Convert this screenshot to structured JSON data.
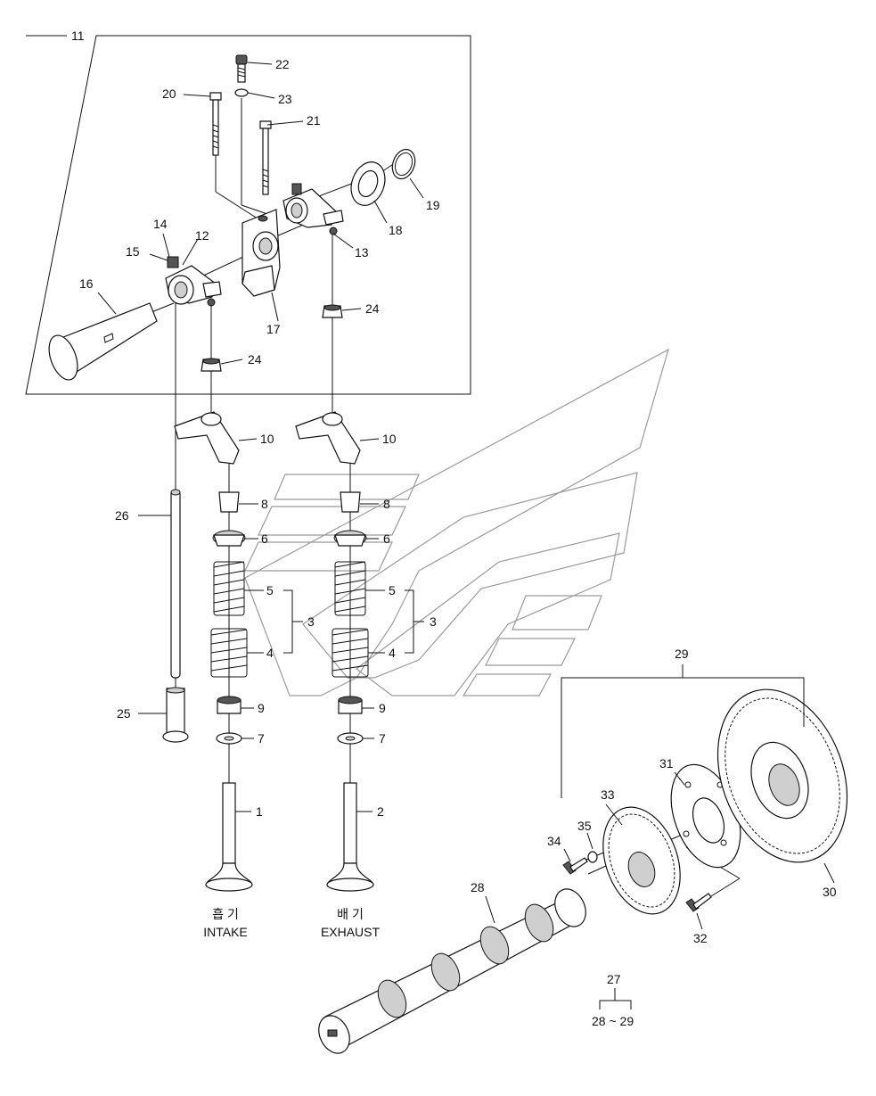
{
  "diagram": {
    "labels": {
      "n1": "1",
      "n2": "2",
      "n3a": "3",
      "n3b": "3",
      "n4a": "4",
      "n4b": "4",
      "n5a": "5",
      "n5b": "5",
      "n6a": "6",
      "n6b": "6",
      "n7a": "7",
      "n7b": "7",
      "n8a": "8",
      "n8b": "8",
      "n9a": "9",
      "n9b": "9",
      "n10a": "10",
      "n10b": "10",
      "n11": "11",
      "n12": "12",
      "n13": "13",
      "n14": "14",
      "n15": "15",
      "n16": "16",
      "n17": "17",
      "n18": "18",
      "n19": "19",
      "n20": "20",
      "n21": "21",
      "n22": "22",
      "n23": "23",
      "n24a": "24",
      "n24b": "24",
      "n25": "25",
      "n26": "26",
      "n27": "27",
      "n28": "28",
      "n29": "29",
      "n30": "30",
      "n31": "31",
      "n32": "32",
      "n33": "33",
      "n34": "34",
      "n35": "35",
      "range": "28 ~ 29"
    },
    "intake_korean": "흡 기",
    "intake": "INTAKE",
    "exhaust_korean": "배 기",
    "exhaust": "EXHAUST",
    "colors": {
      "line": "#111111",
      "watermark": "#9a9a9a",
      "shade": "#cfcfcf"
    }
  }
}
